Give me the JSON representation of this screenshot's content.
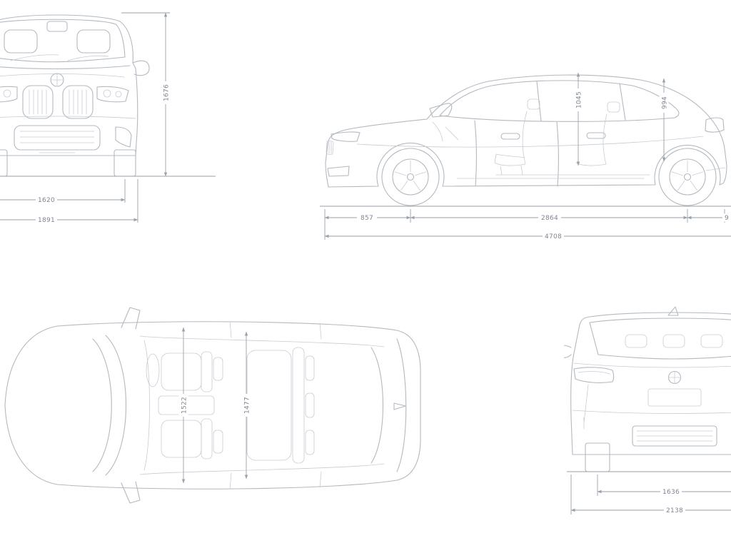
{
  "page": {
    "background_color": "#ffffff",
    "car_line_color": "#b3b9c1",
    "dimension_line_color": "#9aa1aa",
    "dimension_text_color": "#7e8591"
  },
  "front_view": {
    "height_mm": "1676",
    "track_width_mm": "1620",
    "overall_width_mm": "1891"
  },
  "side_view": {
    "front_headroom_mm": "1045",
    "rear_headroom_mm": "994",
    "front_overhang_mm": "857",
    "wheelbase_mm": "2864",
    "rear_overhang_partial": "9",
    "overall_length_mm": "4708"
  },
  "top_view": {
    "front_interior_width_mm": "1522",
    "rear_interior_width_mm": "1477"
  },
  "rear_view": {
    "rear_track_mm": "1636",
    "overall_width_incl_mirrors_mm": "2138"
  }
}
